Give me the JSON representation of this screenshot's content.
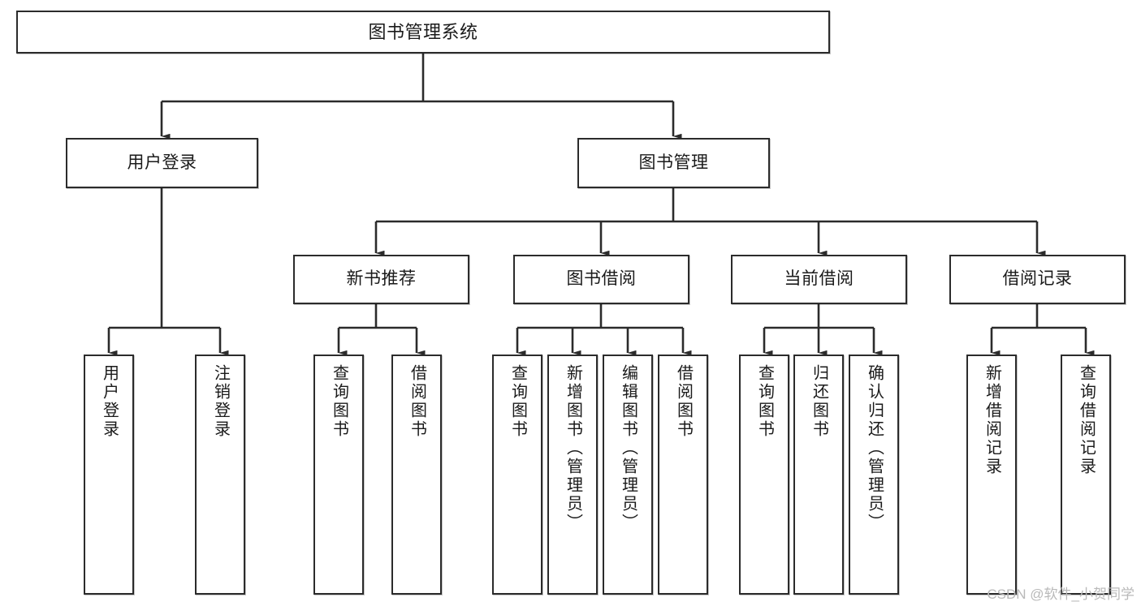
{
  "diagram": {
    "type": "hierarchy-tree",
    "title": "图书管理系统",
    "watermark": "CSDN @软件_小贺同学",
    "colors": {
      "stroke": "#2b2b2b",
      "fill": "#ffffff",
      "text": "#1a1a1a",
      "watermark": "#b9b9b9"
    },
    "nodes": {
      "root": {
        "label": "图书管理系统"
      },
      "level1": [
        {
          "label": "用户登录"
        },
        {
          "label": "图书管理"
        }
      ],
      "level2": [
        {
          "label": "新书推荐"
        },
        {
          "label": "图书借阅"
        },
        {
          "label": "当前借阅"
        },
        {
          "label": "借阅记录"
        }
      ],
      "leaves": {
        "user_login": [
          {
            "label": "用户登录"
          },
          {
            "label": "注销登录"
          }
        ],
        "new_book": [
          {
            "label": "查询图书"
          },
          {
            "label": "借阅图书"
          }
        ],
        "book_borrow": [
          {
            "label": "查询图书"
          },
          {
            "label": "新增图书（管理员）"
          },
          {
            "label": "编辑图书（管理员）"
          },
          {
            "label": "借阅图书"
          }
        ],
        "current_borrow": [
          {
            "label": "查询图书"
          },
          {
            "label": "归还图书"
          },
          {
            "label": "确认归还（管理员）"
          }
        ],
        "borrow_record": [
          {
            "label": "新增借阅记录"
          },
          {
            "label": "查询借阅记录"
          }
        ]
      }
    }
  }
}
